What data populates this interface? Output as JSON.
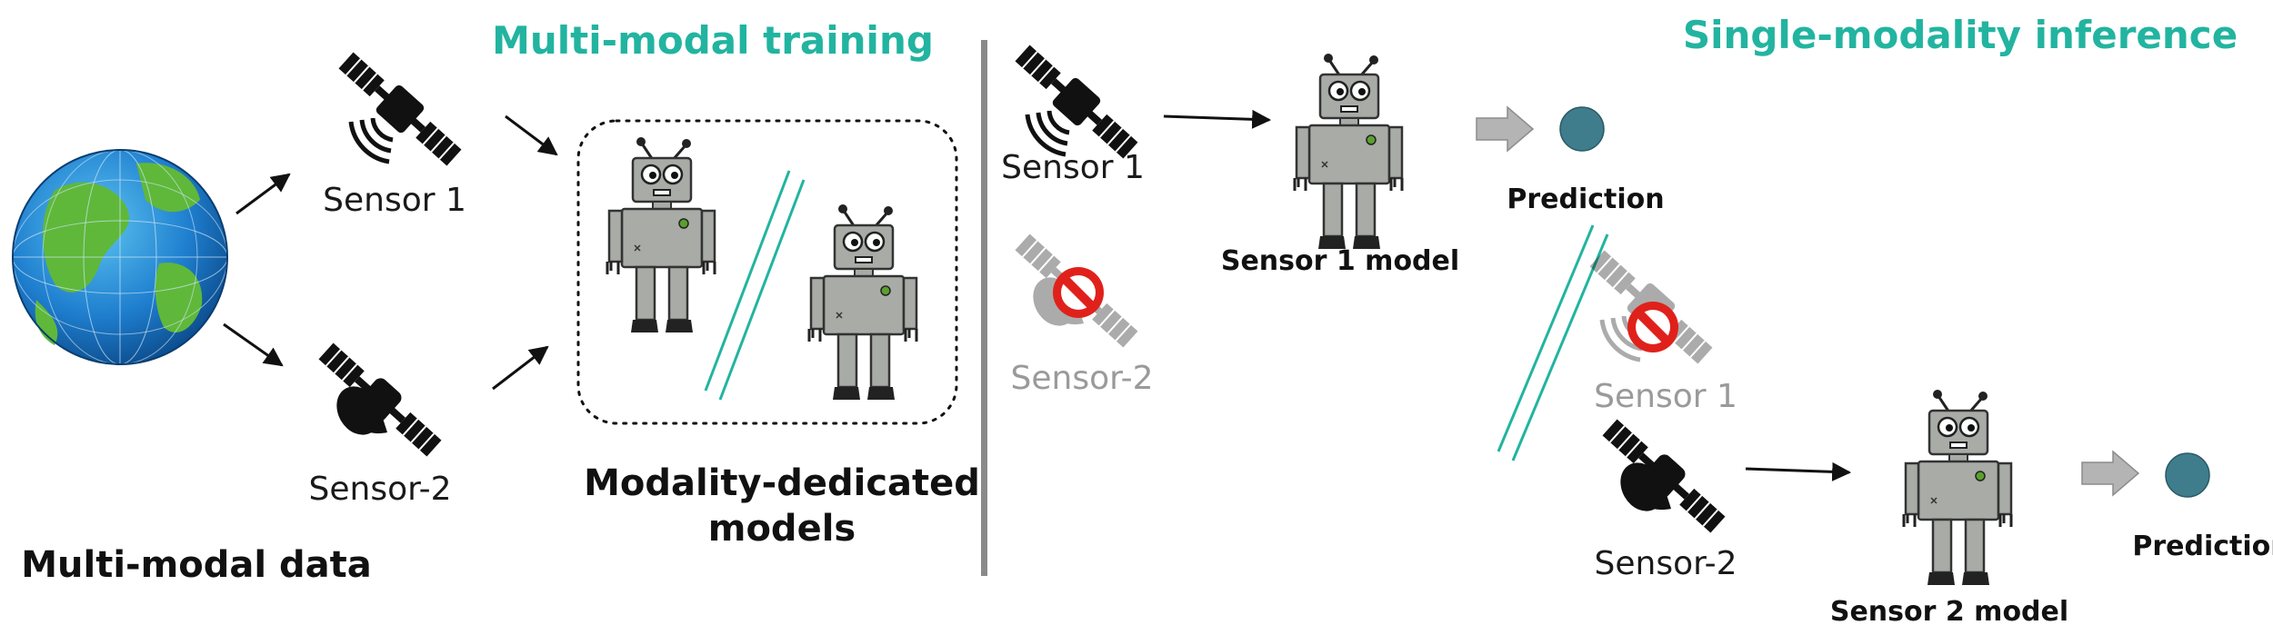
{
  "sections": {
    "training_title": "Multi-modal training",
    "inference_title": "Single-modality inference"
  },
  "training": {
    "data_label": "Multi-modal data",
    "sensor1_label": "Sensor 1",
    "sensor2_label": "Sensor-2",
    "models_label_line1": "Modality-dedicated",
    "models_label_line2": "models"
  },
  "inference": {
    "case1": {
      "sensor1_label": "Sensor 1",
      "sensor2_label": "Sensor-2",
      "model_label": "Sensor 1 model",
      "prediction_label": "Prediction"
    },
    "case2": {
      "sensor1_label": "Sensor 1",
      "sensor2_label": "Sensor-2",
      "model_label": "Sensor 2 model",
      "prediction_label": "Prediction"
    }
  },
  "colors": {
    "accent_teal": "#22b4a0",
    "prediction_dot": "#3f7d8c",
    "robot_gray": "#a8aba6",
    "forbidden_red": "#e0211b"
  }
}
